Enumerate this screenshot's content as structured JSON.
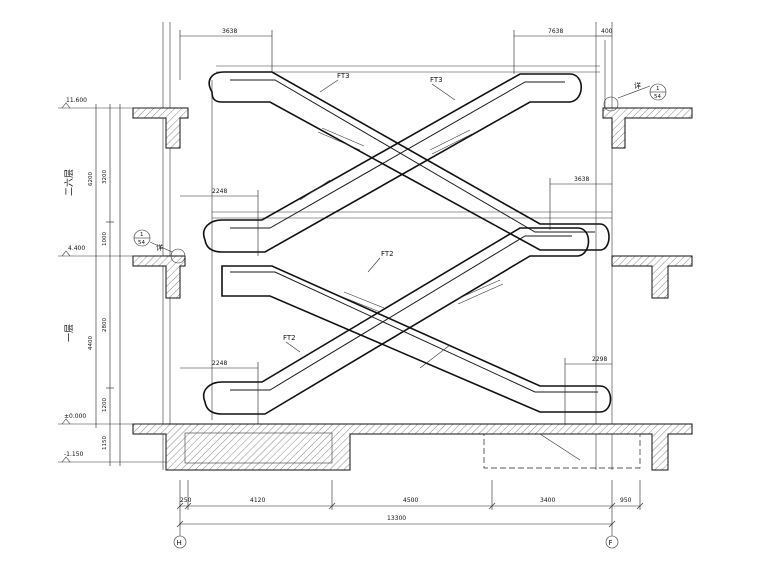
{
  "dims_top": {
    "left": "3638",
    "right": "7638",
    "right_small": "400",
    "upper_right": "3638",
    "upper_left": "2248",
    "lower_left": "2248",
    "lower_right": "2298"
  },
  "dims_bottom": {
    "d1": "250",
    "d2": "4120",
    "d3": "4500",
    "d4": "3400",
    "d5": "950",
    "total": "13300"
  },
  "axes": {
    "left": "H",
    "right": "F"
  },
  "levels": {
    "top": "11.600",
    "mid": "4.400",
    "ground": "±0.000",
    "pit": "-1.150"
  },
  "dims_vertical": {
    "upper_a": "3200",
    "upper_total": "6200",
    "upper_b": "1000",
    "lower_a": "2800",
    "lower_total": "4400",
    "lower_b": "1200",
    "pit": "1150"
  },
  "floors": {
    "upper": "二六层",
    "lower": "一层"
  },
  "escalator_labels": {
    "ft3_a": "FT3",
    "ft3_b": "FT3",
    "ft2_a": "FT2",
    "ft2_b": "FT2"
  },
  "details": {
    "a": {
      "word": "详",
      "num": "1",
      "sheet": "54"
    },
    "b": {
      "word": "详",
      "num": "1",
      "sheet": "54"
    }
  }
}
